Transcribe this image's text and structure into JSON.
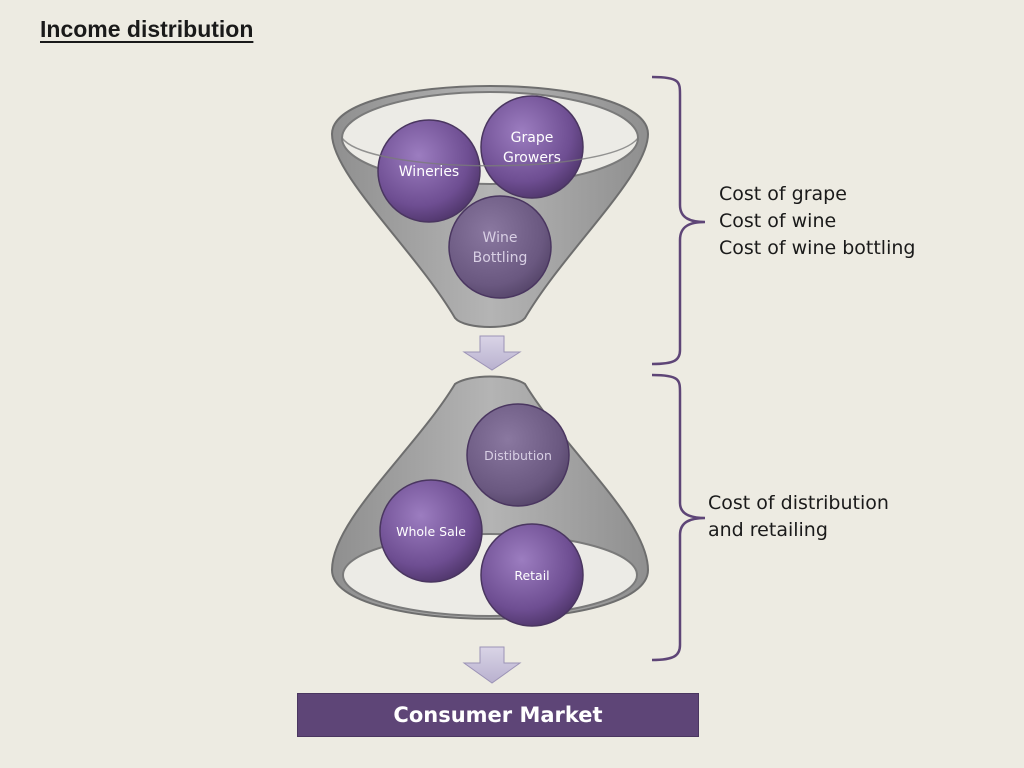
{
  "title": "Income distribution",
  "top_funnel": {
    "circles": {
      "grape_growers": [
        "Grape",
        "Growers"
      ],
      "wineries": "Wineries",
      "wine_bottling": [
        "Wine",
        "Bottling"
      ]
    },
    "notes": [
      "Cost of grape",
      "Cost of wine",
      "Cost of wine bottling"
    ]
  },
  "bottom_funnel": {
    "circles": {
      "distribution": "Distibution",
      "wholesale": "Whole Sale",
      "retail": "Retail"
    },
    "notes": [
      "Cost of distribution",
      "and retailing"
    ]
  },
  "consumer_market": "Consumer Market",
  "colors": {
    "background": "#EDEBE2",
    "funnel_fill": "#A5A5A5",
    "circle_fill": "#7A5A9C",
    "bracket": "#5E4577",
    "arrow": "#C9C3DA",
    "consumer_box": "#5E4577"
  }
}
